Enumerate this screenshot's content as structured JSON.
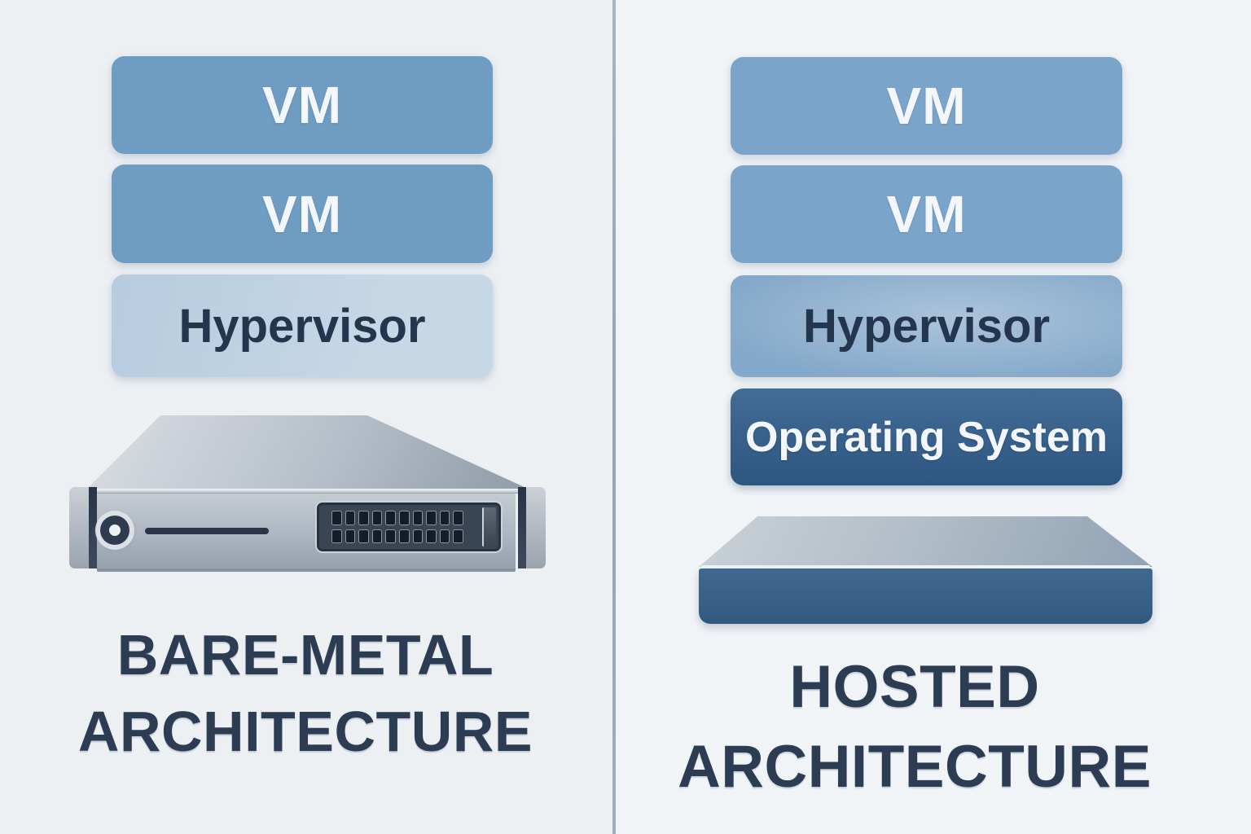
{
  "page": {
    "background_left": "#edf0f3",
    "background_right": "#f1f4f7",
    "divider_color": "#9aa6b3"
  },
  "left_panel": {
    "title_line1": "BARE-METAL",
    "title_line2": "ARCHITECTURE",
    "title_color": "#2c3c52",
    "boxes": [
      {
        "label": "VM",
        "fill": "#6f9cc3",
        "text_color": "#f3f6fa"
      },
      {
        "label": "VM",
        "fill": "#6f9cc3",
        "text_color": "#f3f6fa"
      },
      {
        "label": "Hypervisor",
        "fill": "#aec6db",
        "text_color": "#24364d"
      }
    ],
    "hardware": {
      "icon": "rack-server-icon",
      "description": "physical rack server"
    }
  },
  "right_panel": {
    "title_line1": "HOSTED",
    "title_line2": "ARCHITECTURE",
    "title_color": "#2c3c52",
    "boxes": [
      {
        "label": "VM",
        "fill": "#7ba4ca",
        "text_color": "#f3f6fa"
      },
      {
        "label": "VM",
        "fill": "#7ba4ca",
        "text_color": "#f3f6fa"
      },
      {
        "label": "Hypervisor",
        "fill": "#84a8c9",
        "text_color": "#24364d"
      },
      {
        "label": "Operating System",
        "fill": "#32608e",
        "text_color": "#f3f6fa"
      }
    ],
    "hardware": {
      "icon": "platform-slab-icon",
      "description": "hardware platform slab"
    }
  }
}
